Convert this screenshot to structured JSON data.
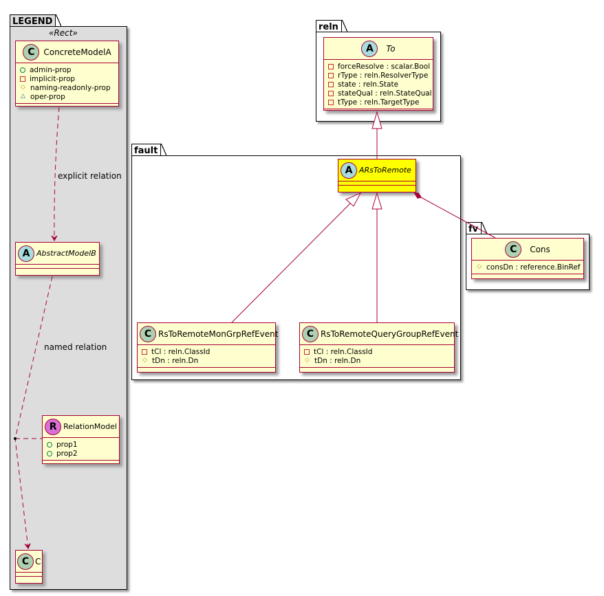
{
  "packages": {
    "legend": "LEGEND",
    "reln": "reln",
    "fault": "fault",
    "fv": "fv"
  },
  "legend": {
    "stereotype": "«Rect»",
    "concrete_model": {
      "badge": "C",
      "name": "ConcreteModelA",
      "attrs": [
        {
          "vis": "public",
          "text": "admin-prop"
        },
        {
          "vis": "private",
          "text": "implicit-prop"
        },
        {
          "vis": "protected",
          "text": "naming-readonly-prop"
        },
        {
          "vis": "package",
          "text": "oper-prop"
        }
      ]
    },
    "abstract_model": {
      "badge": "A",
      "name": "AbstractModelB"
    },
    "relation_model": {
      "badge": "R",
      "name": "RelationModel",
      "attrs": [
        {
          "vis": "public",
          "text": "prop1"
        },
        {
          "vis": "public",
          "text": "prop2"
        }
      ]
    },
    "c_model": {
      "badge": "C",
      "name": "C"
    },
    "explicit_relation": "explicit relation",
    "named_relation": "named relation"
  },
  "classes": {
    "to": {
      "badge": "A",
      "name": "To",
      "attrs": [
        {
          "vis": "private",
          "text": "forceResolve : scalar.Bool"
        },
        {
          "vis": "private",
          "text": "rType : reln.ResolverType"
        },
        {
          "vis": "private",
          "text": "state : reln.State"
        },
        {
          "vis": "private",
          "text": "stateQual : reln.StateQual"
        },
        {
          "vis": "private",
          "text": "tType : reln.TargetType"
        }
      ]
    },
    "ars_to_remote": {
      "badge": "A",
      "name": "ARsToRemote",
      "highlight": "#ffff00"
    },
    "mon_grp": {
      "badge": "C",
      "name": "RsToRemoteMonGrpRefEvent",
      "attrs": [
        {
          "vis": "private",
          "text": "tCl : reln.ClassId"
        },
        {
          "vis": "protected",
          "text": "tDn : reln.Dn"
        }
      ]
    },
    "query_group": {
      "badge": "C",
      "name": "RsToRemoteQueryGroupRefEvent",
      "attrs": [
        {
          "vis": "private",
          "text": "tCl : reln.ClassId"
        },
        {
          "vis": "protected",
          "text": "tDn : reln.Dn"
        }
      ]
    },
    "cons": {
      "badge": "C",
      "name": "Cons",
      "attrs": [
        {
          "vis": "protected",
          "text": "consDn : reference.BinRef"
        }
      ]
    }
  },
  "colors": {
    "class_fill": "#fefece",
    "class_border": "#a80036",
    "highlight_fill": "#ffff00",
    "legend_fill": "#dddddd"
  }
}
